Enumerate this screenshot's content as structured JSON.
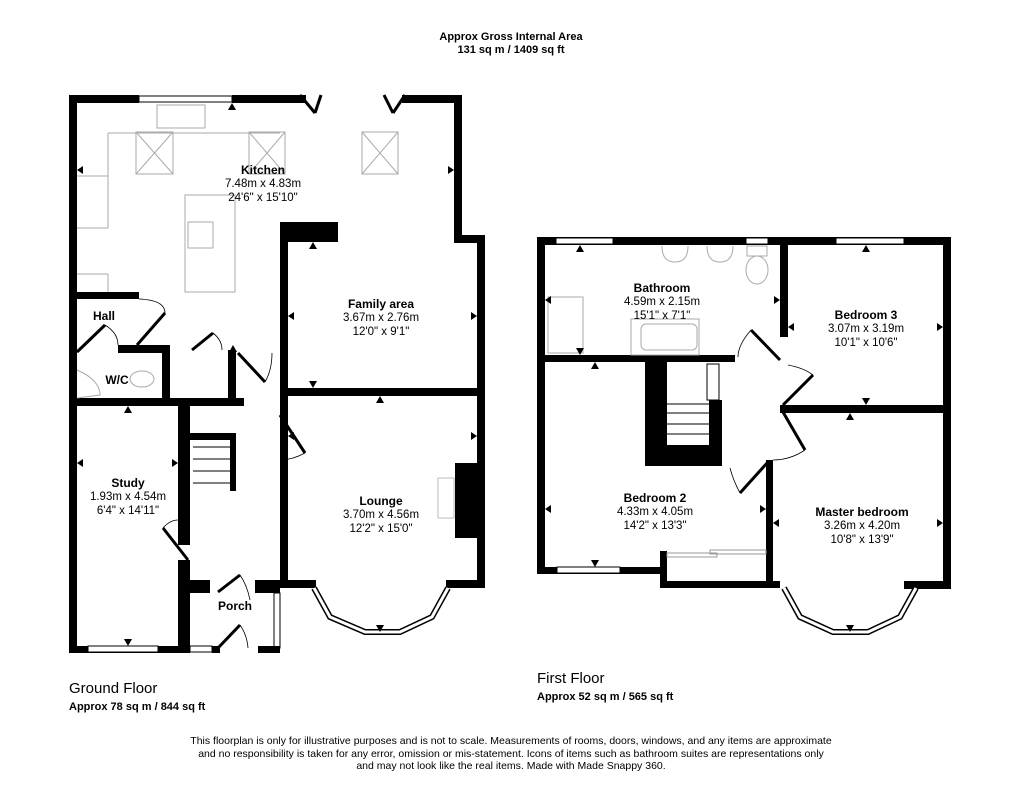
{
  "header": {
    "title": "Approx Gross Internal Area",
    "area": "131 sq m / 1409 sq ft"
  },
  "ground_floor": {
    "title": "Ground Floor",
    "area": "Approx 78 sq m / 844 sq ft",
    "rooms": [
      {
        "name": "Kitchen",
        "metric": "7.48m x 4.83m",
        "imperial": "24'6\" x 15'10\""
      },
      {
        "name": "Family area",
        "metric": "3.67m x 2.76m",
        "imperial": "12'0\" x 9'1\""
      },
      {
        "name": "Hall"
      },
      {
        "name": "W/C"
      },
      {
        "name": "Study",
        "metric": "1.93m x 4.54m",
        "imperial": "6'4\" x 14'11\""
      },
      {
        "name": "Lounge",
        "metric": "3.70m x 4.56m",
        "imperial": "12'2\" x 15'0\""
      },
      {
        "name": "Porch"
      }
    ]
  },
  "first_floor": {
    "title": "First Floor",
    "area": "Approx 52 sq m / 565 sq ft",
    "rooms": [
      {
        "name": "Bathroom",
        "metric": "4.59m x 2.15m",
        "imperial": "15'1\" x 7'1\""
      },
      {
        "name": "Bedroom 3",
        "metric": "3.07m x 3.19m",
        "imperial": "10'1\" x 10'6\""
      },
      {
        "name": "Bedroom 2",
        "metric": "4.33m x 4.05m",
        "imperial": "14'2\" x 13'3\""
      },
      {
        "name": "Master bedroom",
        "metric": "3.26m x 4.20m",
        "imperial": "10'8\" x 13'9\""
      }
    ]
  },
  "disclaimer": "This floorplan is only for illustrative purposes and is not to scale. Measurements of rooms, doors, windows, and any items are approximate and no responsibility is taken for any error, omission or mis-statement. Icons of items such as bathroom suites are representations only and may not look like the real items. Made with Made Snappy 360.",
  "colors": {
    "wall": "#000000",
    "fixture": "#b0b0b0",
    "background": "#ffffff"
  }
}
